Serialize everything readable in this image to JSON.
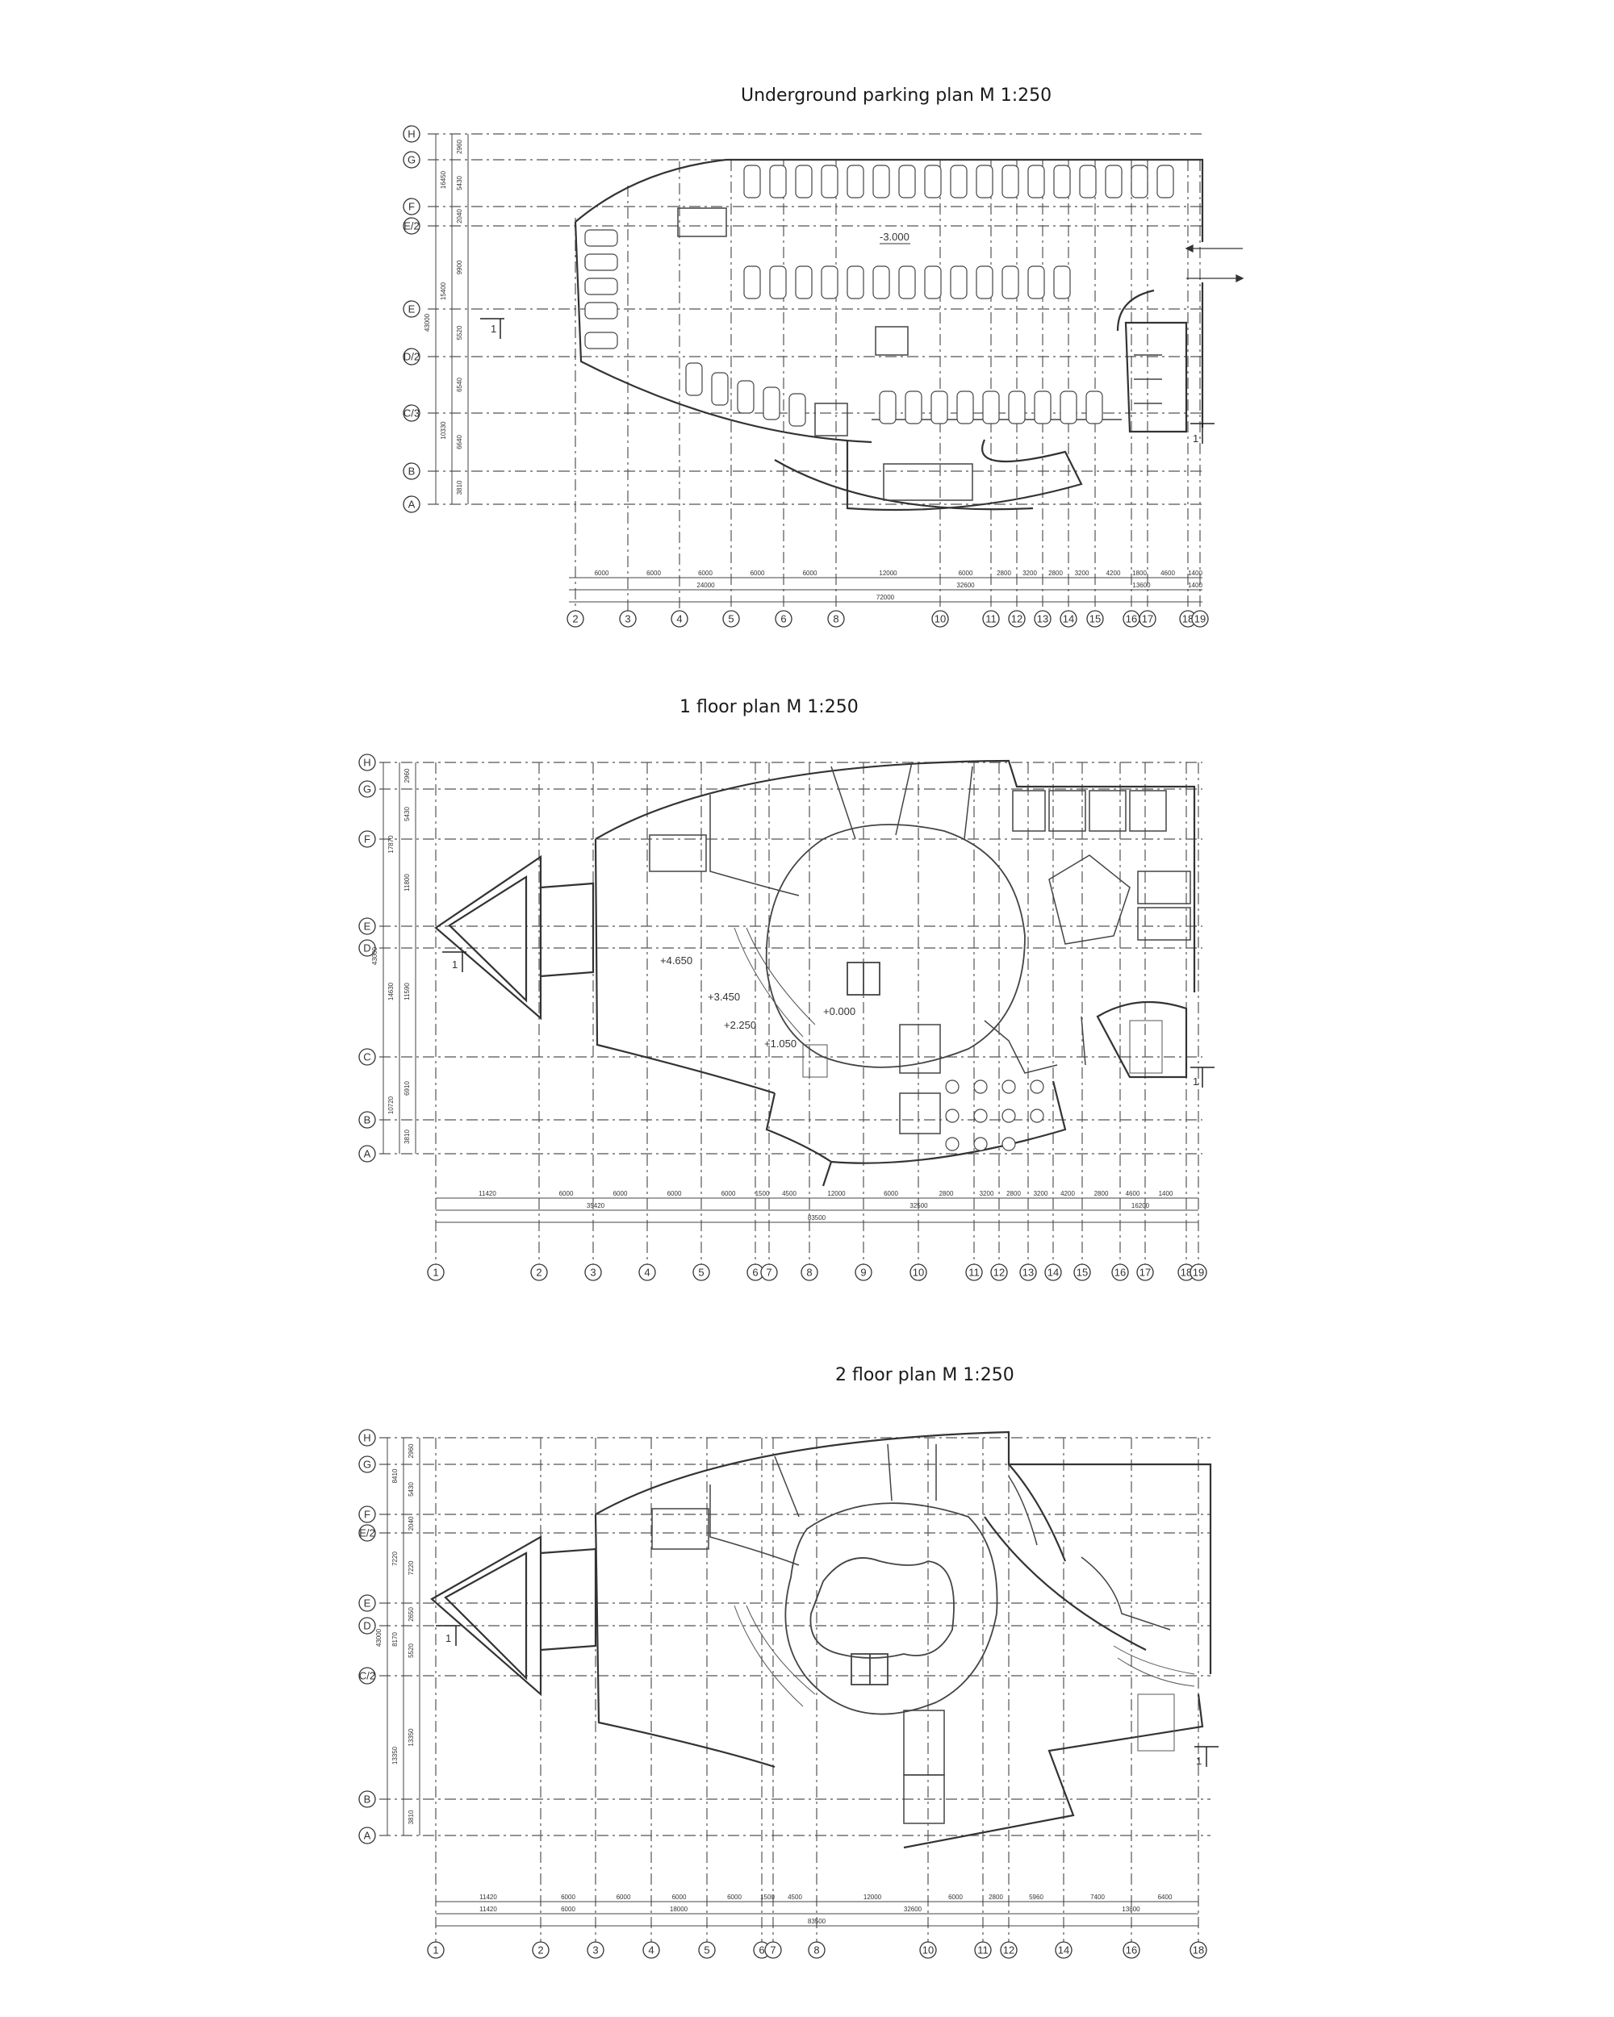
{
  "plans": [
    {
      "id": "parking",
      "title": "Underground parking plan",
      "scale": "M 1:250",
      "row_axes": [
        "H",
        "G",
        "F",
        "E/2",
        "E",
        "D/2",
        "C/3",
        "B",
        "A"
      ],
      "col_axes": [
        "2",
        "3",
        "4",
        "5",
        "6",
        "8",
        "10",
        "11",
        "12",
        "13",
        "14",
        "15",
        "16",
        "17",
        "18",
        "19"
      ],
      "dims_row1": [
        "6000",
        "6000",
        "6000",
        "6000",
        "6000",
        "12000",
        "6000",
        "2800",
        "3200",
        "2800",
        "3200",
        "4200",
        "1800",
        "4600",
        "1400"
      ],
      "dims_row2": [
        "24000",
        "32600",
        "13600",
        "1400"
      ],
      "dims_total": "72000",
      "vdims_outer": [
        "2960",
        "5430",
        "2040",
        "9900",
        "5520",
        "6540",
        "6640",
        "3810"
      ],
      "vdims_mid": [
        "16450",
        "15400",
        "10330"
      ],
      "vdims_total": "43000",
      "levels": [
        "-3.000"
      ],
      "section_mark": "1"
    },
    {
      "id": "floor1",
      "title": "1 floor plan",
      "scale": "M 1:250",
      "row_axes": [
        "H",
        "G",
        "F",
        "E",
        "D",
        "C",
        "B",
        "A"
      ],
      "col_axes": [
        "1",
        "2",
        "3",
        "4",
        "5",
        "6",
        "7",
        "8",
        "9",
        "10",
        "11",
        "12",
        "13",
        "14",
        "15",
        "16",
        "17",
        "18",
        "19"
      ],
      "dims_row1": [
        "11420",
        "6000",
        "6000",
        "6000",
        "6000",
        "1500",
        "4500",
        "12000",
        "6000",
        "2800",
        "3200",
        "2800",
        "3200",
        "4200",
        "2800",
        "4600",
        "1400"
      ],
      "dims_row2": [
        "35420",
        "32500",
        "16200"
      ],
      "dims_total": "83500",
      "vdims_outer": [
        "2960",
        "5430",
        "11800",
        "11590",
        "6910",
        "3810"
      ],
      "vdims_mid": [
        "17870",
        "14630",
        "10720"
      ],
      "vdims_total": "43000",
      "levels": [
        "+4.650",
        "+3.450",
        "+2.250",
        "+1.050",
        "+0.000"
      ],
      "section_mark": "1"
    },
    {
      "id": "floor2",
      "title": "2 floor plan",
      "scale": "M 1:250",
      "row_axes": [
        "H",
        "G",
        "F",
        "E/2",
        "E",
        "D",
        "C/2",
        "B",
        "A"
      ],
      "col_axes": [
        "1",
        "2",
        "3",
        "4",
        "5",
        "6",
        "7",
        "8",
        "10",
        "11",
        "12",
        "14",
        "16",
        "18"
      ],
      "dims_row1": [
        "11420",
        "6000",
        "6000",
        "6000",
        "6000",
        "1500",
        "4500",
        "12000",
        "6000",
        "2800",
        "5960",
        "7400",
        "6400"
      ],
      "dims_row2": [
        "11420",
        "6000",
        "18000",
        "32600",
        "13800"
      ],
      "dims_total": "83500",
      "vdims_outer": [
        "2960",
        "5430",
        "2040",
        "7220",
        "2650",
        "5520",
        "13350",
        "3810"
      ],
      "vdims_mid": [
        "8410",
        "7220",
        "8170",
        "13350"
      ],
      "vdims_total": "43000",
      "levels": [],
      "section_mark": "1"
    }
  ]
}
